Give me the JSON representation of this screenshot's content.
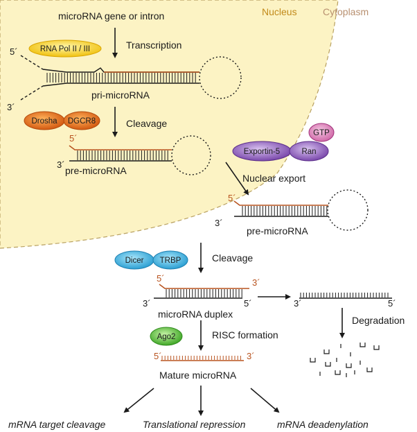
{
  "regions": {
    "nucleus": "Nucleus",
    "cytoplasm": "Cytoplasm"
  },
  "colors": {
    "nucleus_fill": "#fcf3c4",
    "rna_red": "#b8531f",
    "rna_dark": "#1a1a1a",
    "drosha": "#e8731f",
    "dicer": "#3fb3e0",
    "ago2": "#5cc43c",
    "exportin": "#8a5ab8",
    "gtp": "#c94aa0",
    "polii": "#f7c915"
  },
  "steps": {
    "gene": "microRNA gene or intron",
    "transcription": "Transcription",
    "pri": "pri-microRNA",
    "cleavage1": "Cleavage",
    "pre1": "pre-microRNA",
    "export": "Nuclear export",
    "pre2": "pre-microRNA",
    "cleavage2": "Cleavage",
    "duplex": "microRNA duplex",
    "degradation": "Degradation",
    "risc": "RISC formation",
    "mature": "Mature microRNA"
  },
  "proteins": {
    "polii": "RNA Pol II / III",
    "drosha": "Drosha",
    "dgcr8": "DGCR8",
    "exportin": "Exportin-5",
    "ran": "Ran",
    "gtp": "GTP",
    "dicer": "Dicer",
    "trbp": "TRBP",
    "ago2": "Ago2"
  },
  "ends": {
    "five": "5´",
    "three": "3´"
  },
  "outcomes": {
    "cleavage": "mRNA target cleavage",
    "repression": "Translational repression",
    "deadenylation": "mRNA deadenylation"
  }
}
